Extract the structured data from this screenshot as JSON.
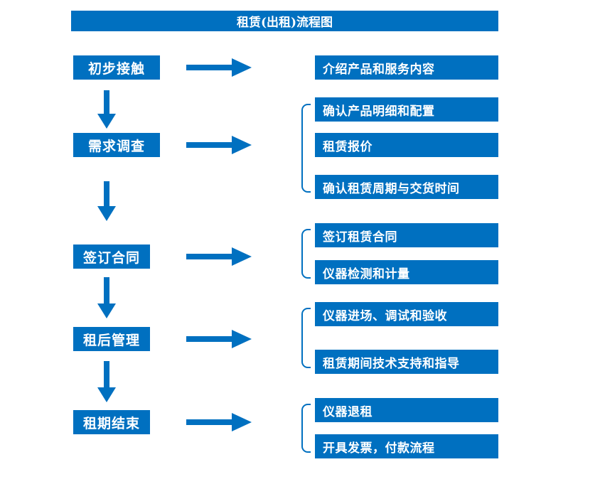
{
  "title": "租赁(出租)流程图",
  "colors": {
    "primary_blue": "#0070C0",
    "text_on_primary": "#ffffff",
    "background": "#ffffff"
  },
  "icons": {
    "flow_arrow_right": "css-triangle-right",
    "flow_arrow_down": "css-triangle-down",
    "group_bracket": "css-left-bracket"
  },
  "steps": [
    {
      "label": "初步接触",
      "outputs": [
        "介绍产品和服务内容"
      ]
    },
    {
      "label": "需求调查",
      "outputs": [
        "确认产品明细和配置",
        "租赁报价",
        "确认租赁周期与交货时间"
      ]
    },
    {
      "label": "签订合同",
      "outputs": [
        "签订租赁合同",
        "仪器检测和计量"
      ]
    },
    {
      "label": "租后管理",
      "outputs": [
        "仪器进场、调试和验收",
        "租赁期间技术支持和指导"
      ]
    },
    {
      "label": "租期结束",
      "outputs": [
        "仪器退租",
        "开具发票，付款流程"
      ]
    }
  ]
}
